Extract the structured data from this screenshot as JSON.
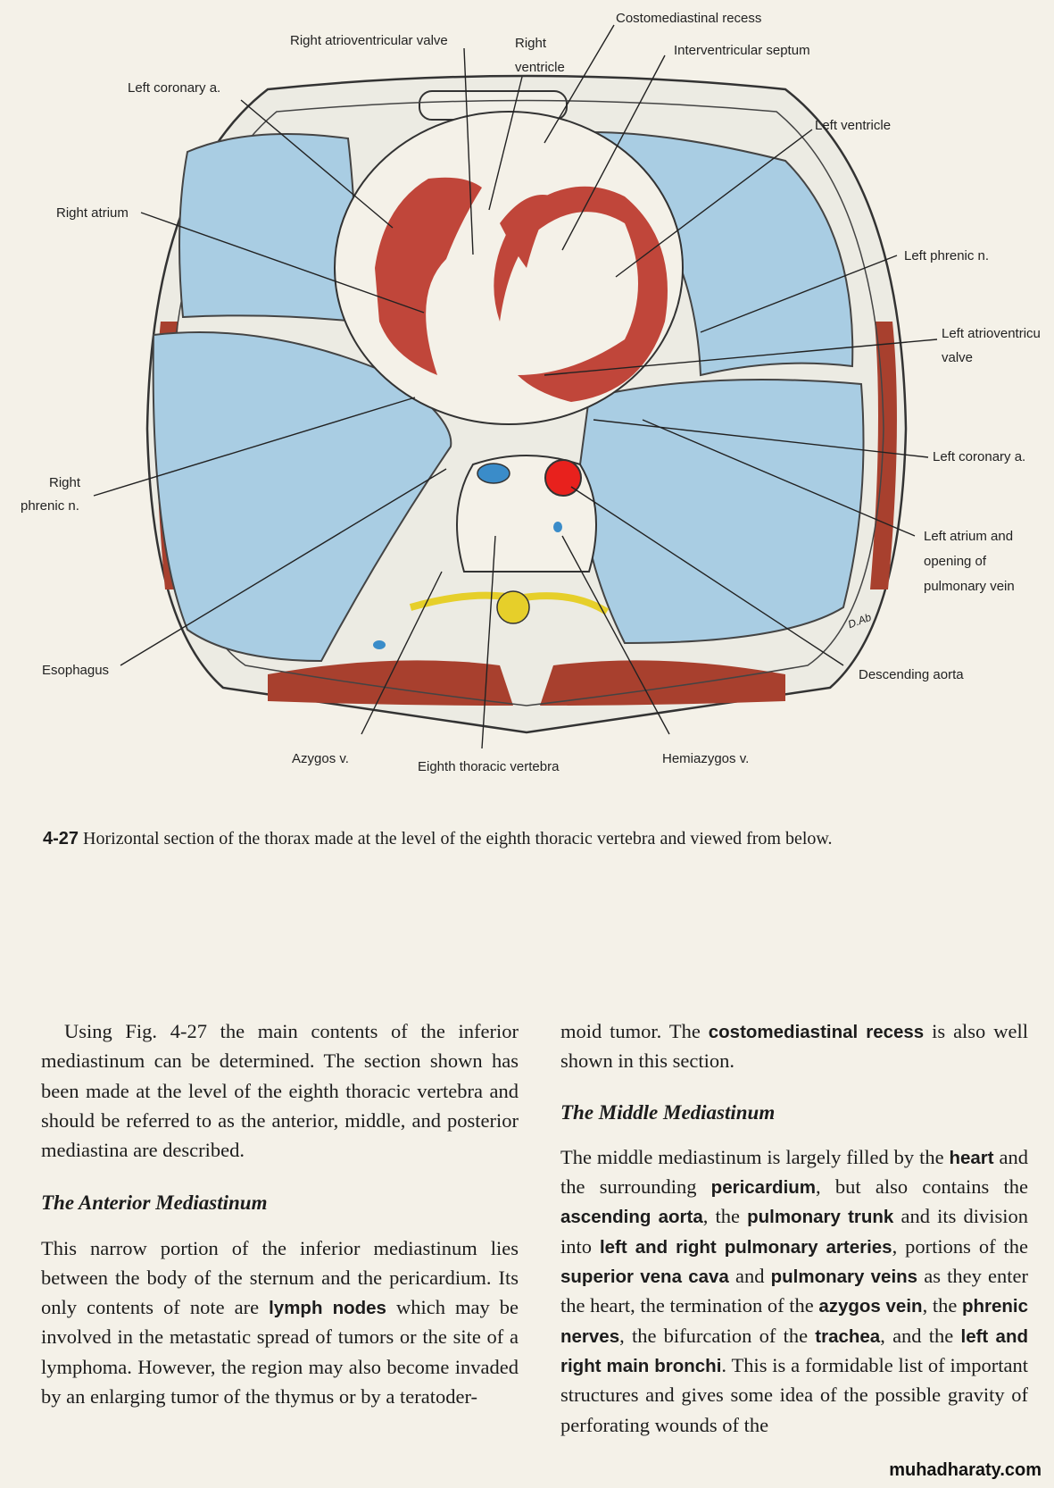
{
  "figure": {
    "labels": {
      "costomediastinal_recess": "Costomediastinal recess",
      "right_av_valve": "Right atrioventricular valve",
      "right_ventricle_1": "Right",
      "right_ventricle_2": "ventricle",
      "interventricular_septum": "Interventricular septum",
      "left_coronary_a_top": "Left coronary a.",
      "left_ventricle": "Left ventricle",
      "right_atrium": "Right atrium",
      "left_phrenic_n": "Left phrenic n.",
      "left_av_valve_1": "Left atrioventricu",
      "left_av_valve_2": "valve",
      "left_coronary_a_right": "Left coronary a.",
      "right_phrenic_1": "Right",
      "right_phrenic_2": "phrenic n.",
      "left_atrium_1": "Left atrium and",
      "left_atrium_2": "opening of",
      "left_atrium_3": "pulmonary vein",
      "esophagus": "Esophagus",
      "descending_aorta": "Descending aorta",
      "azygos_v": "Azygos v.",
      "eighth_thoracic_vertebra": "Eighth thoracic vertebra",
      "hemiazygos_v": "Hemiazygos v.",
      "signature": "D.Ab"
    },
    "colors": {
      "lung": "#a9cde3",
      "myocardium": "#c0463a",
      "muscle": "#a8402e",
      "aorta": "#e8211d",
      "spinal_cord": "#e6cf2a",
      "vein_blue": "#3a8cc9"
    }
  },
  "caption": {
    "number": "4-27",
    "text": "Horizontal section of the thorax made at the level of the eighth thoracic vertebra and viewed from below."
  },
  "left_column": {
    "para1": "Using Fig. 4-27 the main contents of the inferior mediastinum can be determined. The section shown has been made at the level of the eighth thoracic vertebra and should be referred to as the anterior, middle, and posterior mediastina are described.",
    "heading": "The Anterior Mediastinum",
    "para2_a": "This narrow portion of the inferior mediastinum lies between the body of the sternum and the pericardium. Its only contents of note are ",
    "para2_b": "lymph nodes",
    "para2_c": " which may be involved in the metastatic spread of tumors or the site of a lymphoma. However, the region may also become invaded by an enlarging tumor of the thymus or by a teratoder-"
  },
  "right_column": {
    "para1_a": "moid tumor. The ",
    "para1_b": "costomediastinal recess",
    "para1_c": " is also well shown in this section.",
    "heading": "The Middle Mediastinum",
    "p2": [
      "The middle mediastinum is largely filled by the ",
      "heart",
      " and the surrounding ",
      "pericardium",
      ", but also contains the ",
      "ascending aorta",
      ", the ",
      "pulmonary trunk",
      " and its division into ",
      "left and right pulmonary arteries",
      ", portions of the ",
      "superior vena cava",
      " and ",
      "pulmonary veins",
      " as they enter the heart, the termination of the ",
      "azygos vein",
      ", the ",
      "phrenic nerves",
      ", the bifurcation of the ",
      "trachea",
      ", and the ",
      "left and right main bronchi",
      ". This is a formidable list of important structures and gives some idea of the possible gravity of perforating wounds of the"
    ]
  },
  "watermark": "muhadharaty.com"
}
